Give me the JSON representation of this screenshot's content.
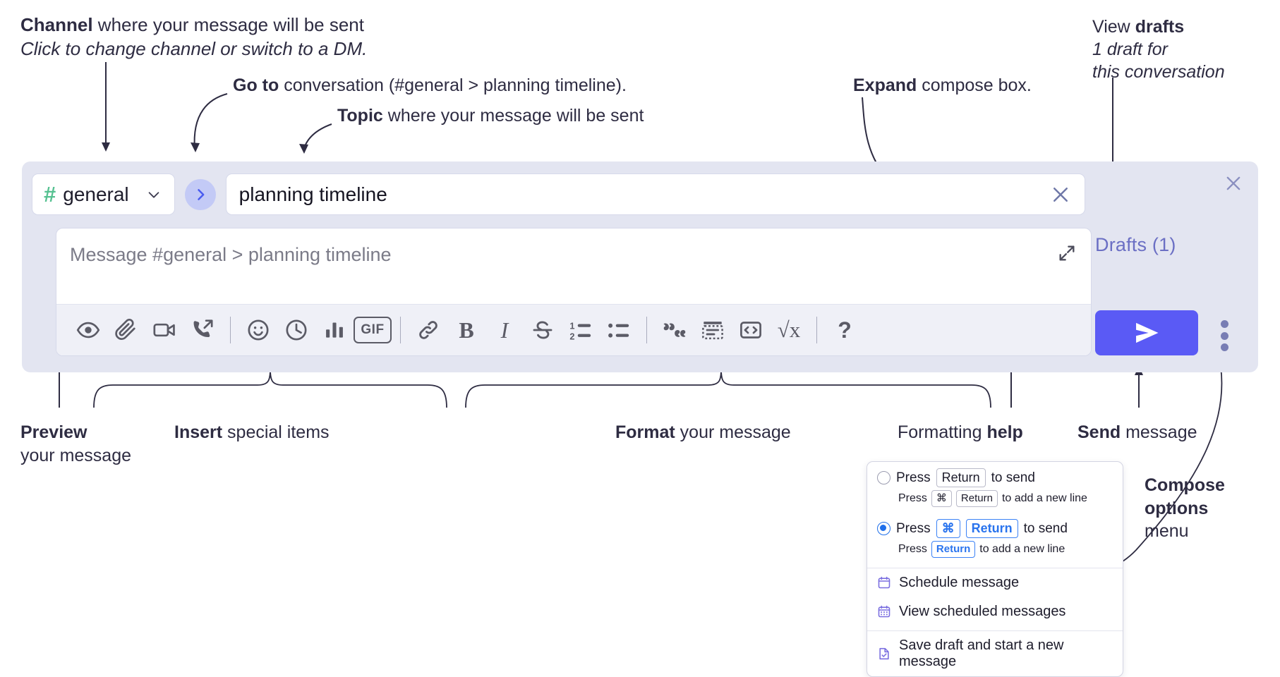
{
  "annotations": {
    "channel": {
      "bold": "Channel",
      "rest": " where your message will be sent",
      "italic": "Click to change channel or switch to a DM."
    },
    "goto": {
      "bold": "Go to",
      "rest": " conversation (#general > planning timeline)."
    },
    "topic": {
      "bold": "Topic",
      "rest": " where your message will be sent"
    },
    "expand": {
      "bold": "Expand",
      "rest": " compose box."
    },
    "drafts": {
      "lead": "View ",
      "bold": "drafts",
      "italic1": "1 draft for",
      "italic2": "this conversation"
    },
    "preview": {
      "bold": "Preview",
      "line2": "your message"
    },
    "insert": {
      "bold": "Insert",
      "rest": " special items"
    },
    "format": {
      "bold": "Format",
      "rest": " your message"
    },
    "help": {
      "lead": "Formatting ",
      "bold": "help"
    },
    "send": {
      "bold": "Send",
      "rest": " message"
    },
    "compose_options": {
      "bold1": "Compose",
      "bold2": "options",
      "rest": "menu"
    }
  },
  "compose": {
    "close_icon": "close-icon",
    "channel": {
      "hash": "#",
      "name": "general",
      "chevron_icon": "chevron-down-icon"
    },
    "goto_button": {
      "icon": "chevron-right-icon"
    },
    "topic": {
      "value": "planning timeline",
      "clear_icon": "close-icon"
    },
    "message": {
      "placeholder": "Message #general > planning timeline",
      "expand_icon": "expand-diagonal-icon"
    },
    "drafts_label": "Drafts (1)",
    "send_button": {
      "icon": "send-paper-plane-icon"
    },
    "kebab": {
      "icon": "more-vertical-icon"
    },
    "toolbar": [
      {
        "name": "preview-icon",
        "glyph": "eye",
        "group": "preview"
      },
      {
        "name": "attach-file-icon",
        "glyph": "paperclip",
        "group": "insert"
      },
      {
        "name": "video-clip-icon",
        "glyph": "video",
        "group": "insert"
      },
      {
        "name": "audio-clip-icon",
        "glyph": "phone-arrow",
        "group": "insert"
      },
      {
        "name": "separator",
        "glyph": "sep",
        "group": ""
      },
      {
        "name": "emoji-icon",
        "glyph": "smiley",
        "group": "insert"
      },
      {
        "name": "reminder-clock-icon",
        "glyph": "clock",
        "group": "insert"
      },
      {
        "name": "poll-icon",
        "glyph": "bars",
        "group": "insert"
      },
      {
        "name": "gif-icon",
        "glyph": "gif",
        "label": "GIF",
        "group": "insert"
      },
      {
        "name": "separator",
        "glyph": "sep",
        "group": ""
      },
      {
        "name": "link-icon",
        "glyph": "link",
        "group": "format"
      },
      {
        "name": "bold-icon",
        "glyph": "bold",
        "label": "B",
        "group": "format"
      },
      {
        "name": "italic-icon",
        "glyph": "italic",
        "label": "I",
        "group": "format"
      },
      {
        "name": "strikethrough-icon",
        "glyph": "strike",
        "group": "format"
      },
      {
        "name": "ordered-list-icon",
        "glyph": "olist",
        "group": "format"
      },
      {
        "name": "bulleted-list-icon",
        "glyph": "ulist",
        "group": "format"
      },
      {
        "name": "separator",
        "glyph": "sep",
        "group": ""
      },
      {
        "name": "blockquote-icon",
        "glyph": "quote",
        "group": "format"
      },
      {
        "name": "code-block-icon",
        "glyph": "codeblock",
        "group": "format"
      },
      {
        "name": "inline-code-icon",
        "glyph": "code",
        "group": "format"
      },
      {
        "name": "math-icon",
        "glyph": "sqrt",
        "label": "√x",
        "group": "format"
      },
      {
        "name": "separator",
        "glyph": "sep",
        "group": ""
      },
      {
        "name": "formatting-help-icon",
        "glyph": "help",
        "label": "?",
        "group": "help"
      }
    ]
  },
  "popup": {
    "option1": {
      "selected": false,
      "press": "Press",
      "key": "Return",
      "to_send": "to send",
      "sub_press": "Press",
      "sub_key1": "⌘",
      "sub_key2": "Return",
      "sub_rest": "to add a new line"
    },
    "option2": {
      "selected": true,
      "press": "Press",
      "key1": "⌘",
      "key2": "Return",
      "to_send": "to send",
      "sub_press": "Press",
      "sub_key": "Return",
      "sub_rest": "to add a new line"
    },
    "items": [
      {
        "icon": "calendar-icon",
        "label": "Schedule message"
      },
      {
        "icon": "calendar-grid-icon",
        "label": "View scheduled messages"
      },
      {
        "icon": "document-check-icon",
        "label": "Save draft and start a new message"
      }
    ]
  },
  "colors": {
    "compose_bg": "#e3e5f1",
    "accent_purple": "#5a5af5",
    "drafts_text": "#6b6fc4",
    "hash_green": "#56c191",
    "goto_blue": "#4a5cf0",
    "annotation_text": "#2e2c42",
    "key_highlight_blue": "#2a74ee"
  }
}
